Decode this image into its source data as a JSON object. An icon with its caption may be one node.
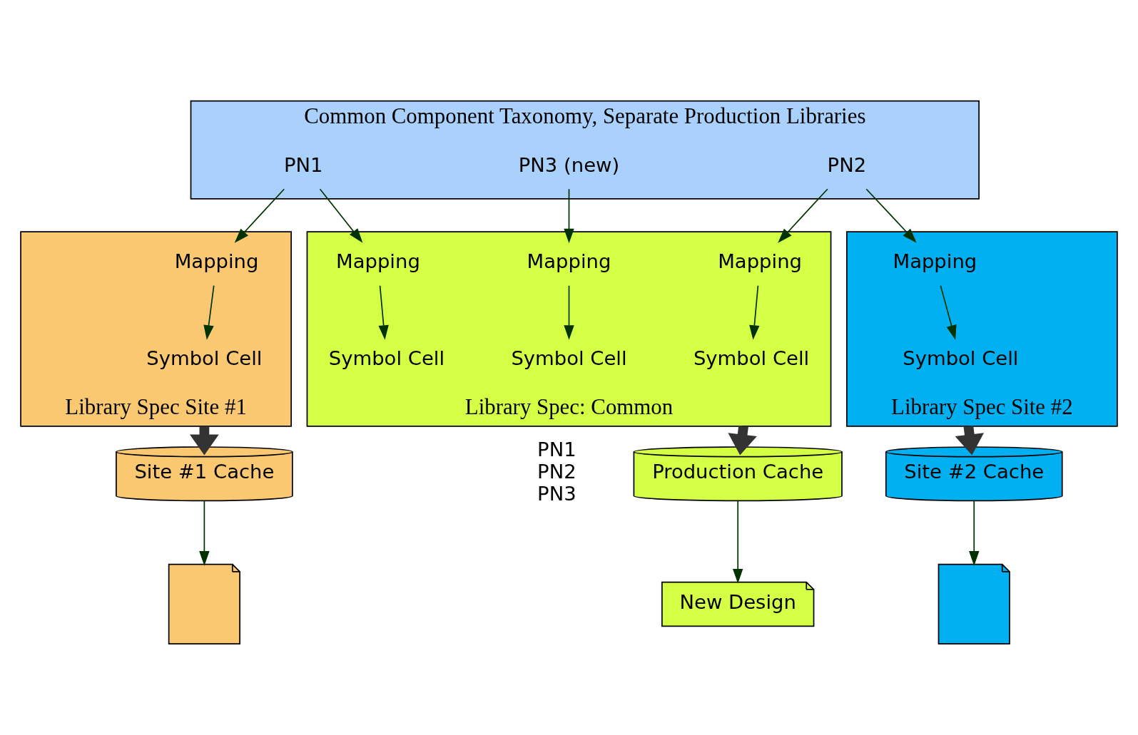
{
  "diagram": {
    "nodes": [
      {
        "text": [
          "Common Component Taxonomy, Separate Production Libraries"
        ]
      },
      {
        "text": [
          "PN1"
        ],
        "in": 0
      },
      {
        "text": [
          "PN3 (new)"
        ],
        "in": 0
      },
      {
        "text": [
          "PN2"
        ],
        "in": 0
      },
      {
        "text": [
          "Library Spec Site #1"
        ]
      },
      {
        "text": [
          "Mapping"
        ],
        "in": 4
      },
      {
        "text": [
          "Symbol Cell"
        ],
        "in": 4
      },
      {
        "text": [
          "Library Spec: Common"
        ]
      },
      {
        "text": [
          "Mapping"
        ],
        "in": 7
      },
      {
        "text": [
          "Mapping"
        ],
        "in": 7
      },
      {
        "text": [
          "Mapping"
        ],
        "in": 7
      },
      {
        "text": [
          "Symbol Cell"
        ],
        "in": 7
      },
      {
        "text": [
          "Symbol Cell"
        ],
        "in": 7
      },
      {
        "text": [
          "Symbol Cell"
        ],
        "in": 7
      },
      {
        "text": [
          "Library Spec Site #2"
        ]
      },
      {
        "text": [
          "Mapping"
        ],
        "in": 14
      },
      {
        "text": [
          "Symbol Cell"
        ],
        "in": 14
      },
      {
        "text": [],
        "shape": "document"
      },
      {
        "text": [
          "Site #1 Cache"
        ]
      },
      {
        "text": [
          "Production Cache"
        ]
      },
      {
        "text": [
          "New Design"
        ]
      },
      {
        "text": [
          "Site #2 Cache"
        ]
      },
      {
        "text": [],
        "shape": "document"
      }
    ],
    "edges": [
      {
        "from": 1,
        "to": 5,
        "arrow": "to"
      },
      {
        "from": 1,
        "to": 8,
        "arrow": "to"
      },
      {
        "from": 2,
        "to": 9,
        "arrow": "to"
      },
      {
        "from": 3,
        "to": 10,
        "arrow": "to"
      },
      {
        "from": 3,
        "to": 15,
        "arrow": "to"
      },
      {
        "from": 5,
        "to": 6,
        "arrow": "to"
      },
      {
        "from": 8,
        "to": 11,
        "arrow": "to"
      },
      {
        "from": 9,
        "to": 12,
        "arrow": "to"
      },
      {
        "from": 10,
        "to": 13,
        "arrow": "to"
      },
      {
        "from": 15,
        "to": 16,
        "arrow": "to"
      },
      {
        "from": 4,
        "to": 18,
        "arrow": "to",
        "style": "thick",
        "color": "#333333"
      },
      {
        "from": 7,
        "to": 19,
        "arrow": "to",
        "style": "thick",
        "color": "#333333"
      },
      {
        "from": 14,
        "to": 21,
        "arrow": "to",
        "style": "thick",
        "color": "#333333"
      },
      {
        "from": 18,
        "to": 17,
        "arrow": "to"
      },
      {
        "from": 19,
        "to": 20,
        "arrow": "to"
      },
      {
        "from": 21,
        "to": 22,
        "arrow": "to"
      }
    ],
    "labels": [
      "PN1",
      "PN2",
      "PN3"
    ]
  }
}
